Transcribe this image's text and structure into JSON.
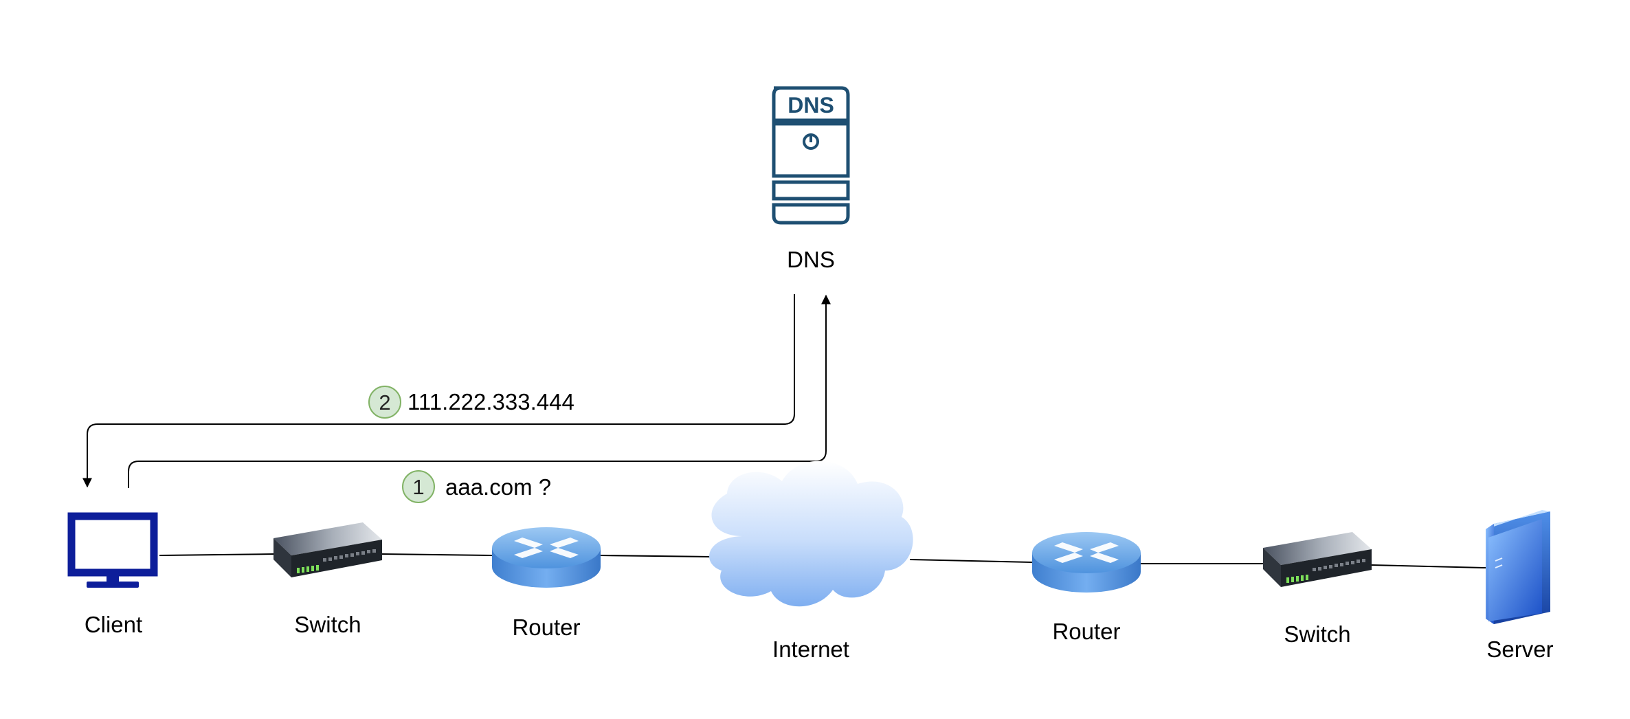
{
  "nodes": {
    "dns": {
      "label": "DNS",
      "badge": "DNS"
    },
    "client": {
      "label": "Client"
    },
    "switch_left": {
      "label": "Switch"
    },
    "router_left": {
      "label": "Router"
    },
    "internet": {
      "label": "Internet"
    },
    "router_right": {
      "label": "Router"
    },
    "switch_right": {
      "label": "Switch"
    },
    "server": {
      "label": "Server"
    }
  },
  "flows": {
    "query": {
      "step": "1",
      "text": "aaa.com ?"
    },
    "response": {
      "step": "2",
      "text": "111.222.333.444"
    }
  },
  "colors": {
    "dns_icon": "#1e4f72",
    "client_icon": "#0d1e9a",
    "step_badge_fill": "#d5e8d4",
    "step_badge_stroke": "#82b366",
    "line": "#000000"
  }
}
